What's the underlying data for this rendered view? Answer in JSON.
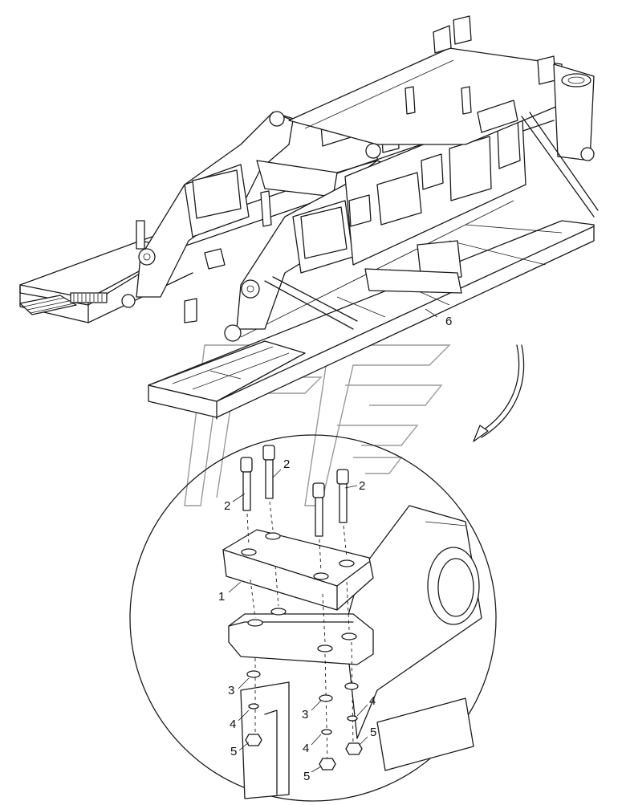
{
  "diagram": {
    "callouts": [
      {
        "id": "c6",
        "label": "6",
        "part": "frame"
      },
      {
        "id": "c2a",
        "label": "2",
        "part": "bolt"
      },
      {
        "id": "c2b",
        "label": "2",
        "part": "bolt"
      },
      {
        "id": "c2c",
        "label": "2",
        "part": "bolt"
      },
      {
        "id": "c1",
        "label": "1",
        "part": "block"
      },
      {
        "id": "c3a",
        "label": "3",
        "part": "washer"
      },
      {
        "id": "c3b",
        "label": "3",
        "part": "washer"
      },
      {
        "id": "c4a",
        "label": "4",
        "part": "lock-washer"
      },
      {
        "id": "c4b",
        "label": "4",
        "part": "lock-washer"
      },
      {
        "id": "c4c",
        "label": "4",
        "part": "lock-washer"
      },
      {
        "id": "c5a",
        "label": "5",
        "part": "nut"
      },
      {
        "id": "c5b",
        "label": "5",
        "part": "nut"
      },
      {
        "id": "c5c",
        "label": "5",
        "part": "nut"
      }
    ],
    "colors": {
      "line": "#1a1a1a",
      "watermark": "#9a9a9a",
      "background": "#ffffff"
    }
  }
}
